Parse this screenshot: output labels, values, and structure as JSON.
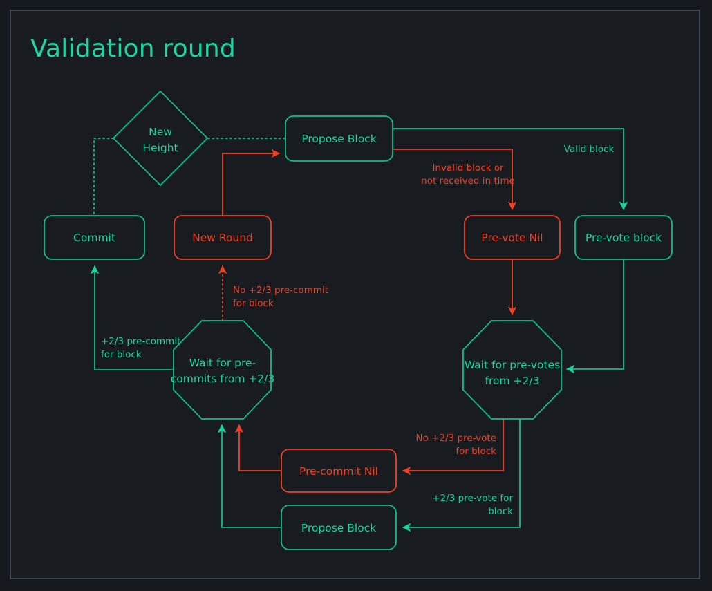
{
  "title": "Validation round",
  "colors": {
    "background": "#16191e",
    "panel": "#181b20",
    "frame_border": "#3e4656",
    "green": "#18d698",
    "green_stroke": "#0fbf84",
    "orange": "#ef4123"
  },
  "nodes": [
    {
      "id": "new-height",
      "label": "New Height",
      "label_lines": [
        "New",
        "Height"
      ],
      "shape": "diamond",
      "color": "green"
    },
    {
      "id": "propose-block-top",
      "label": "Propose Block",
      "label_lines": [
        "Propose Block"
      ],
      "shape": "rounded-rect",
      "color": "green"
    },
    {
      "id": "commit",
      "label": "Commit",
      "label_lines": [
        "Commit"
      ],
      "shape": "rounded-rect",
      "color": "green"
    },
    {
      "id": "new-round",
      "label": "New Round",
      "label_lines": [
        "New Round"
      ],
      "shape": "rounded-rect",
      "color": "orange"
    },
    {
      "id": "pre-vote-nil",
      "label": "Pre-vote Nil",
      "label_lines": [
        "Pre-vote Nil"
      ],
      "shape": "rounded-rect",
      "color": "orange"
    },
    {
      "id": "pre-vote-block",
      "label": "Pre-vote block",
      "label_lines": [
        "Pre-vote block"
      ],
      "shape": "rounded-rect",
      "color": "green"
    },
    {
      "id": "wait-precommits",
      "label": "Wait for pre-commits from +2/3",
      "label_lines": [
        "Wait for pre-",
        "commits from +2/3"
      ],
      "shape": "octagon",
      "color": "green"
    },
    {
      "id": "wait-prevotes",
      "label": "Wait for pre-votes from +2/3",
      "label_lines": [
        "Wait for pre-votes",
        "from +2/3"
      ],
      "shape": "octagon",
      "color": "green"
    },
    {
      "id": "pre-commit-nil",
      "label": "Pre-commit Nil",
      "label_lines": [
        "Pre-commit Nil"
      ],
      "shape": "rounded-rect",
      "color": "orange"
    },
    {
      "id": "propose-block-bottom",
      "label": "Propose Block",
      "label_lines": [
        "Propose Block"
      ],
      "shape": "rounded-rect",
      "color": "green"
    }
  ],
  "edge_labels": [
    {
      "id": "invalid-block",
      "lines": [
        "Invalid block or",
        "not received in time"
      ],
      "color": "orange"
    },
    {
      "id": "valid-block",
      "lines": [
        "Valid block"
      ],
      "color": "green"
    },
    {
      "id": "no-precommit-block",
      "lines": [
        "No +2/3 pre-commit",
        "for block"
      ],
      "color": "orange"
    },
    {
      "id": "precommit-for-block",
      "lines": [
        "+2/3 pre-commit",
        "for block"
      ],
      "color": "green"
    },
    {
      "id": "no-prevote-block",
      "lines": [
        "No +2/3 pre-vote",
        "for block"
      ],
      "color": "orange"
    },
    {
      "id": "prevote-for-block",
      "lines": [
        "+2/3 pre-vote for",
        "block"
      ],
      "color": "green"
    }
  ]
}
